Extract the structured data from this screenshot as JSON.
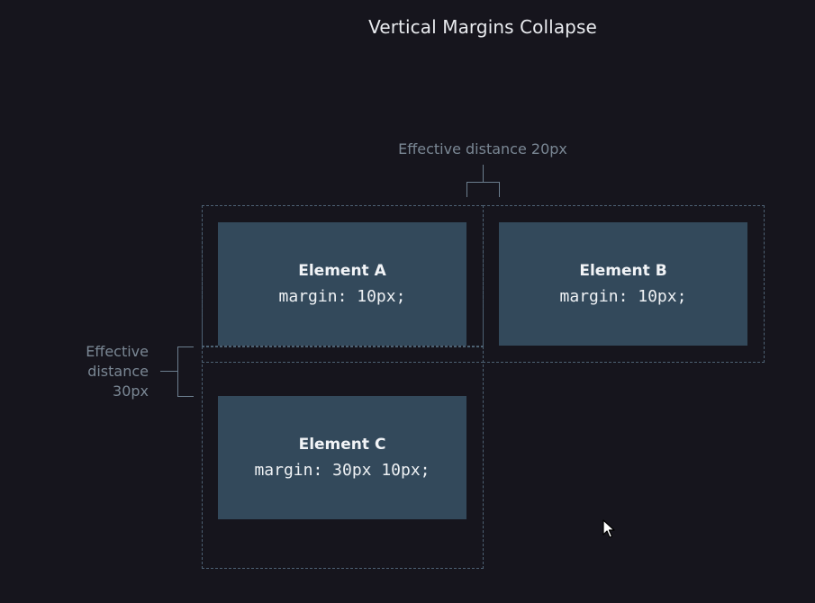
{
  "diagram": {
    "title": "Vertical Margins Collapse",
    "annotations": {
      "horizontal_distance": "Effective distance 20px",
      "vertical_distance_lines": [
        "Effective",
        "distance",
        "30px"
      ]
    },
    "elements": [
      {
        "name": "Element A",
        "code": "margin: 10px;"
      },
      {
        "name": "Element B",
        "code": "margin: 10px;"
      },
      {
        "name": "Element C",
        "code": "margin: 30px 10px;"
      }
    ],
    "colors": {
      "background": "#16151d",
      "element_fill": "#33495b",
      "margin_outline": "#4d6173",
      "annotation_text": "#7a8794"
    },
    "icons": [
      "mouse-pointer-icon"
    ]
  }
}
